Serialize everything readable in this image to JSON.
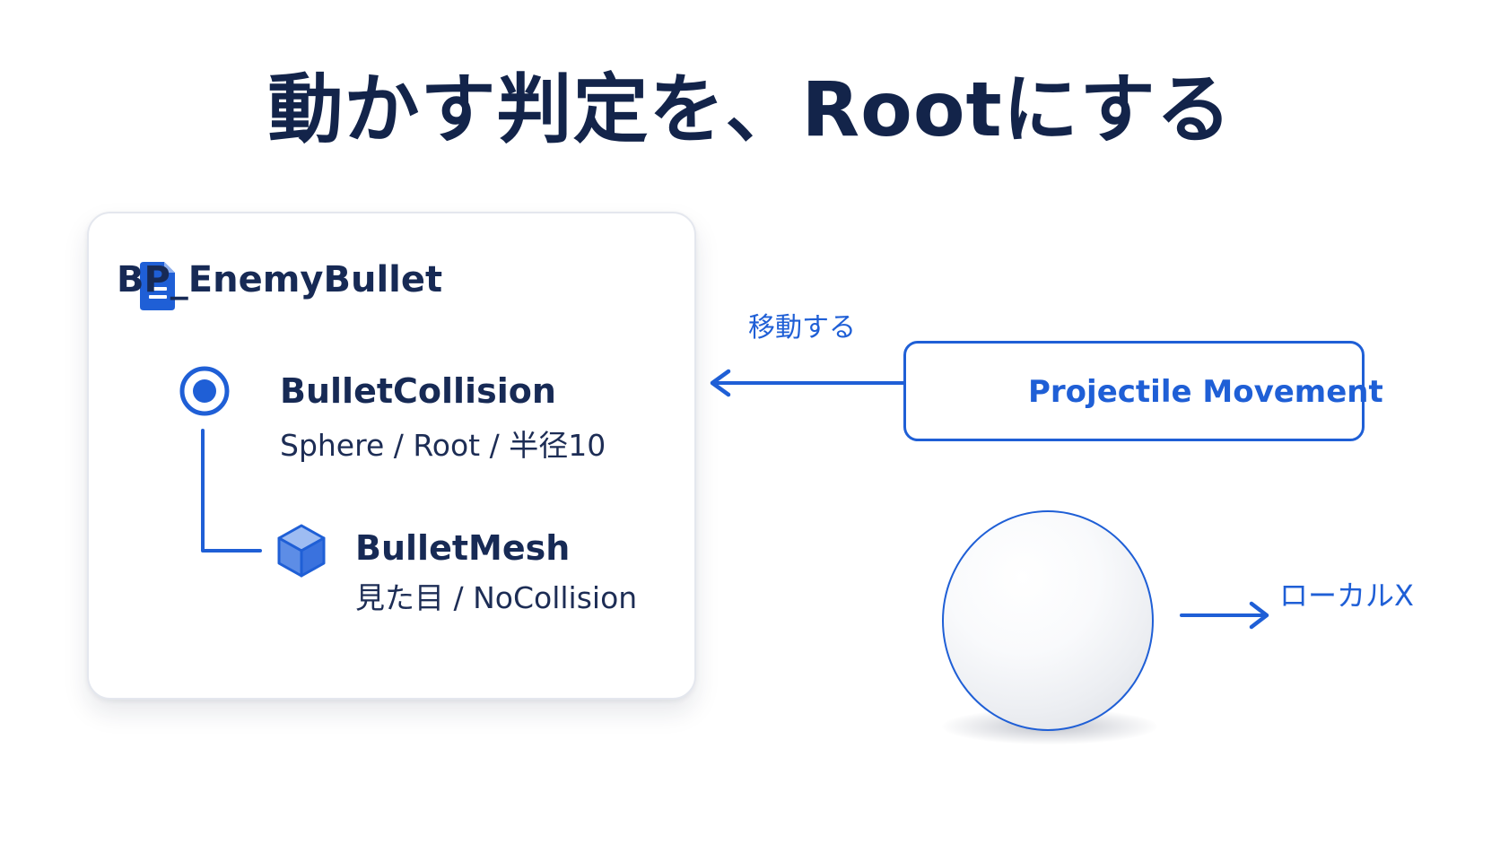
{
  "title": "動かす判定を、Rootにする",
  "blueprint": {
    "name": "BP_EnemyBullet",
    "icon": "blueprint-file-icon",
    "root_node": {
      "name": "BulletCollision",
      "detail": "Sphere / Root / 半径10",
      "icon": "radio-root-icon"
    },
    "child_node": {
      "name": "BulletMesh",
      "detail": "見た目 / NoCollision",
      "icon": "cube-icon"
    }
  },
  "movement": {
    "arrow_label": "移動する",
    "component": "Projectile Movement",
    "icon": "gear-icon"
  },
  "direction": {
    "label": "ローカルX",
    "icon": "arrow-right-icon"
  },
  "colors": {
    "accent": "#1f5fd6",
    "title": "#13244a",
    "text": "#172a55",
    "card_border": "#e4e7ee"
  }
}
